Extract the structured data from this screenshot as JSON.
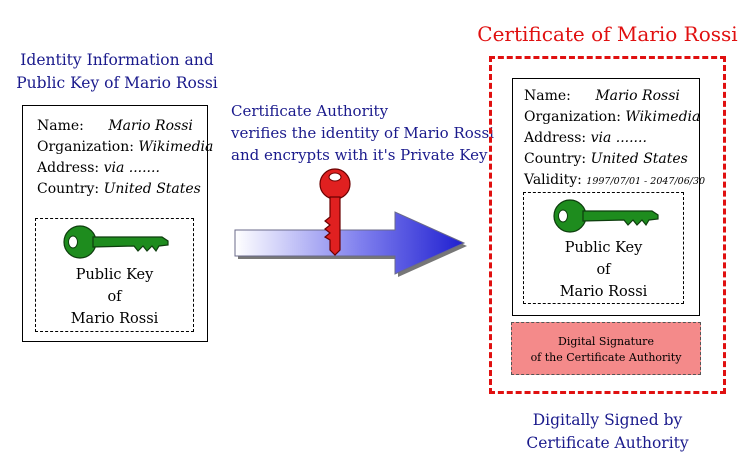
{
  "left": {
    "caption_line1": "Identity Information and",
    "caption_line2": "Public Key of Mario Rossi",
    "fields": [
      {
        "label": "Name:",
        "value": "Mario Rossi"
      },
      {
        "label": "Organization:",
        "value": "Wikimedia"
      },
      {
        "label": "Address:",
        "value": "via ......."
      },
      {
        "label": "Country:",
        "value": "United States"
      }
    ],
    "key_label_line1": "Public Key",
    "key_label_line2": "of",
    "key_label_line3": "Mario Rossi"
  },
  "middle": {
    "line1": "Certificate Authority",
    "line2": "verifies the identity of Mario Rossi",
    "line3": "and encrypts with it's Private Key"
  },
  "certificate": {
    "title": "Certificate of Mario Rossi",
    "fields": [
      {
        "label": "Name:",
        "value": "Mario Rossi"
      },
      {
        "label": "Organization:",
        "value": "Wikimedia"
      },
      {
        "label": "Address:",
        "value": "via ......."
      },
      {
        "label": "Country:",
        "value": "United States"
      },
      {
        "label": "Validity:",
        "value": "1997/07/01 - 2047/06/30"
      }
    ],
    "key_label_line1": "Public Key",
    "key_label_line2": "of",
    "key_label_line3": "Mario Rossi",
    "signature_line1": "Digital Signature",
    "signature_line2": "of the Certificate Authority"
  },
  "footer": {
    "line1": "Digitally Signed by",
    "line2": "Certificate Authority"
  },
  "colors": {
    "caption_blue": "#1a1a8c",
    "certificate_red": "#e01010",
    "public_key_green": "#1e8c1e",
    "private_key_red": "#e02020",
    "arrow_blue": "#1f1fd0",
    "signature_fill": "#f48a8a"
  },
  "icons": [
    "green-public-key-icon",
    "red-private-key-icon",
    "blue-arrow"
  ]
}
